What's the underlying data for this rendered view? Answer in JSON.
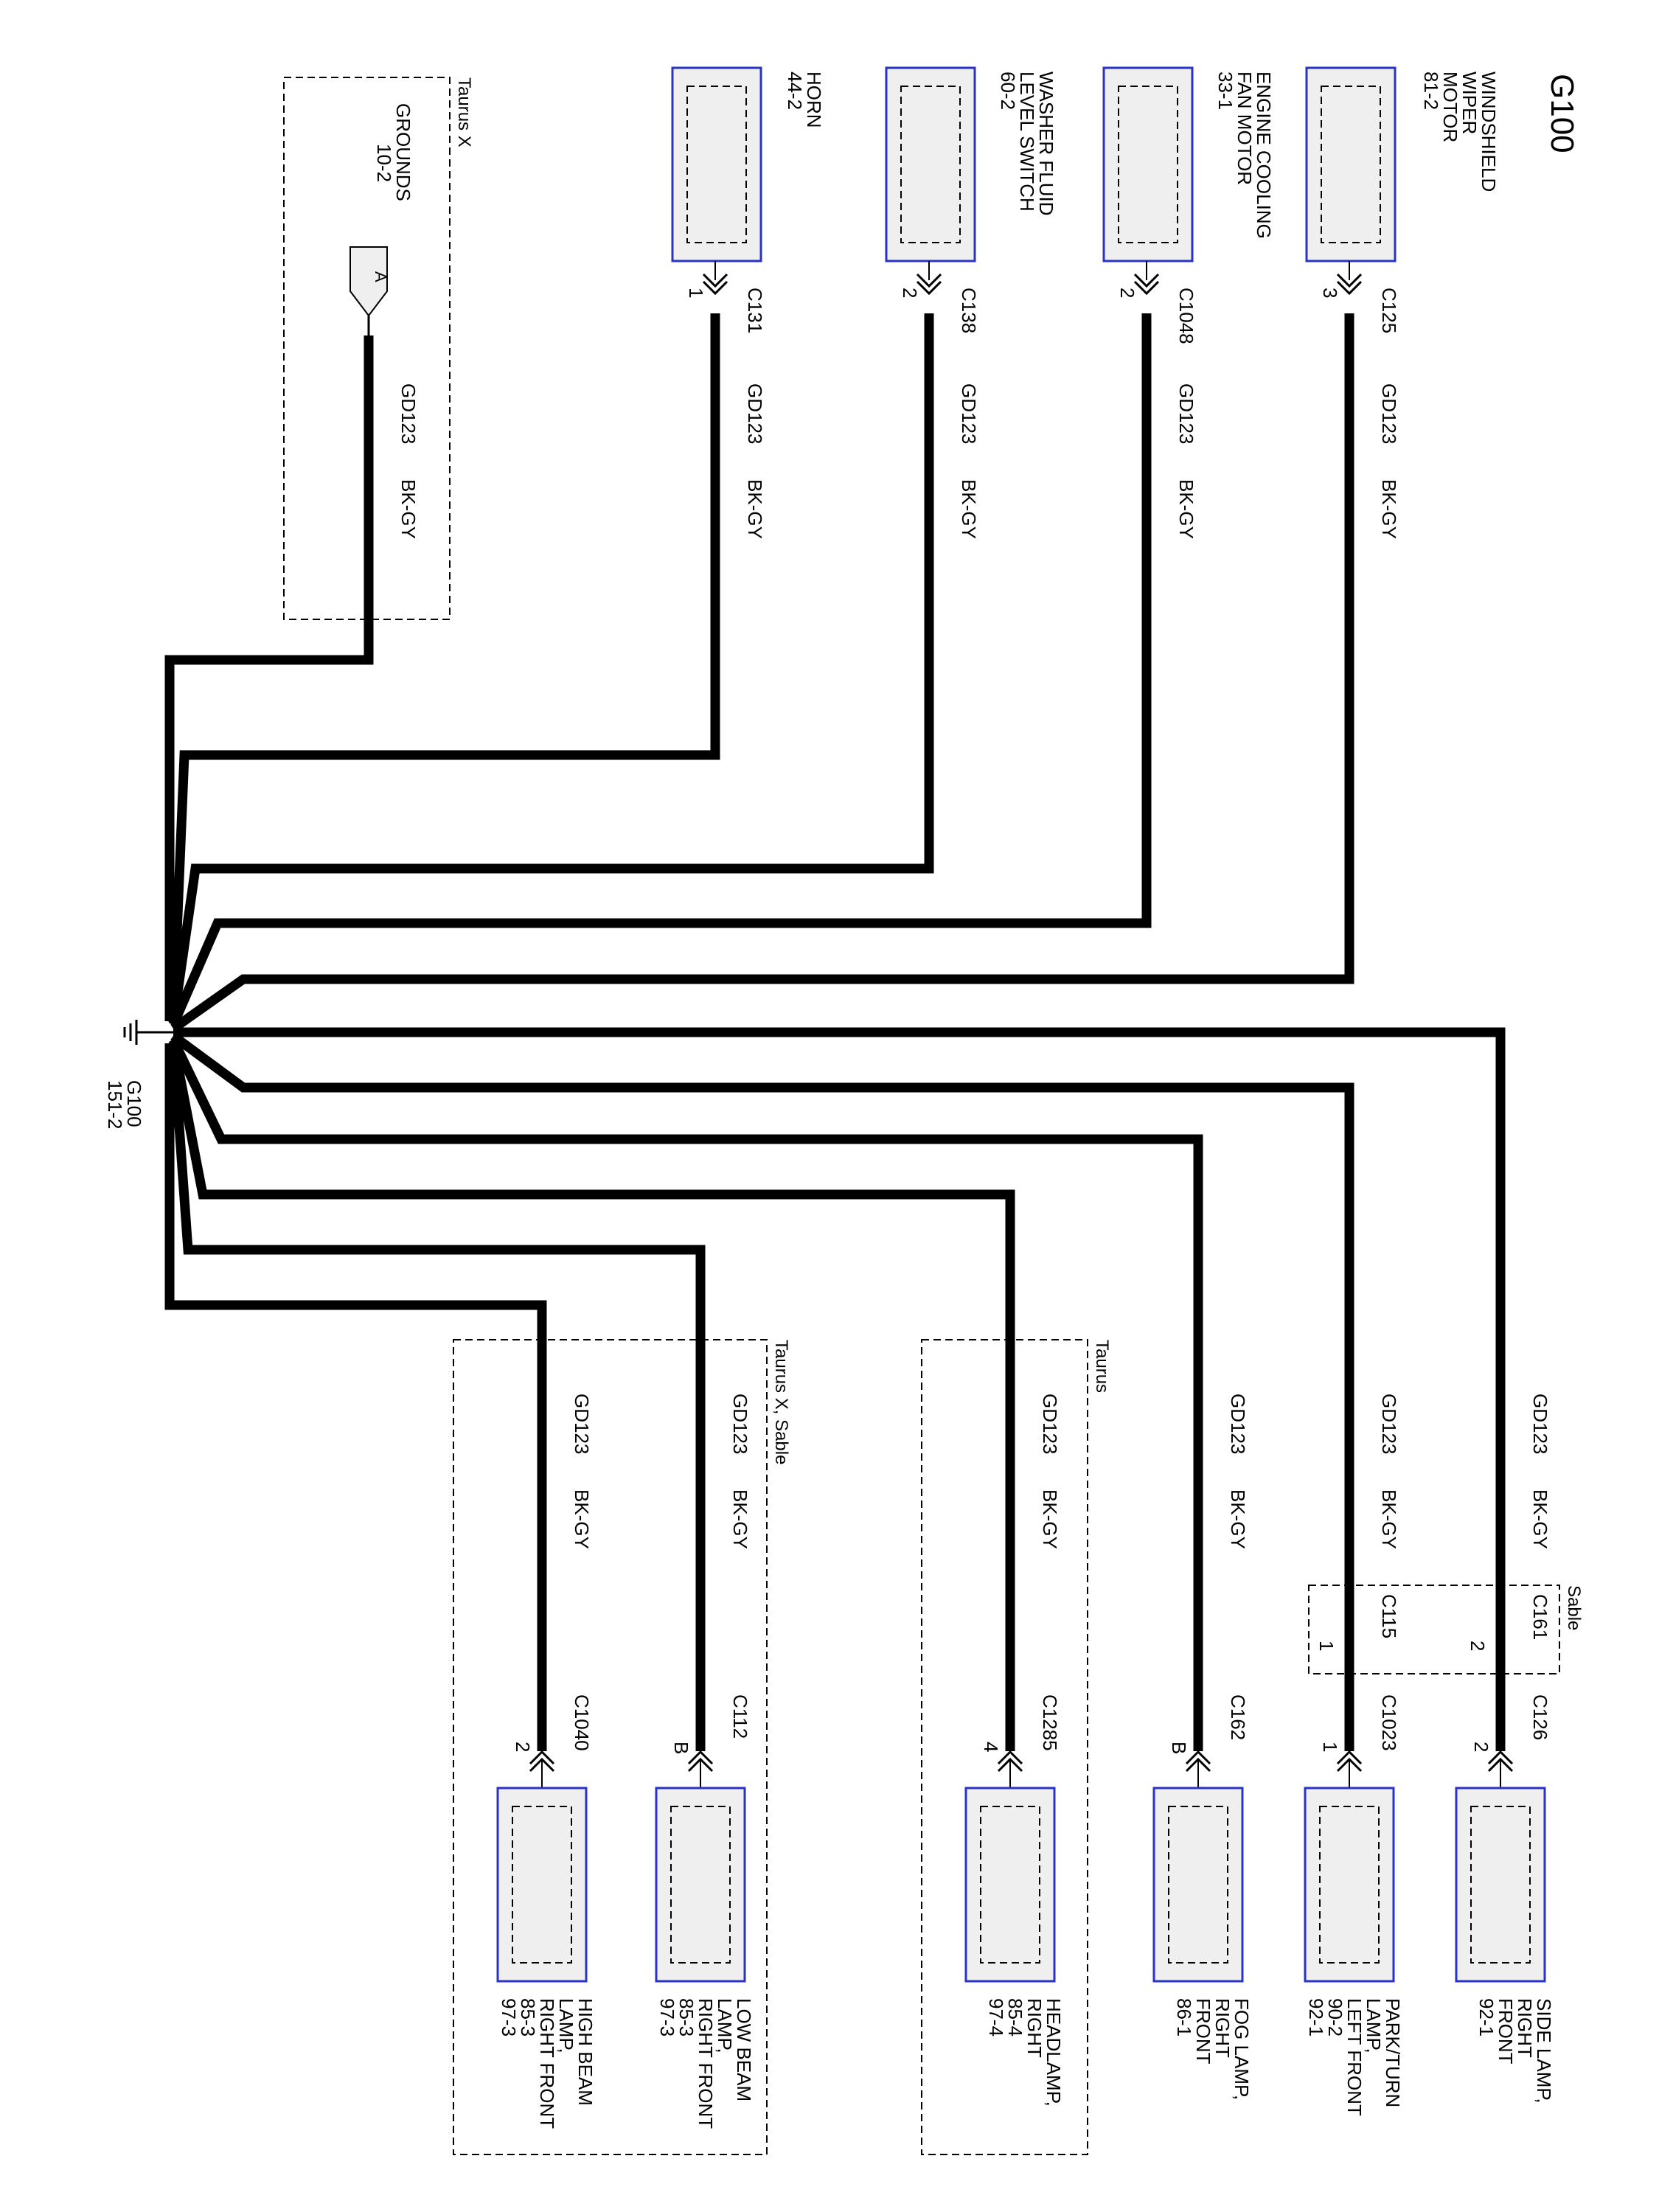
{
  "title": "G100",
  "ground": {
    "name": "G100",
    "ref": "151-2"
  },
  "wire": {
    "circuit": "GD123",
    "color": "BK-GY"
  },
  "top_components": [
    {
      "id": "wiper",
      "lines": [
        "WINDSHIELD",
        "WIPER",
        "MOTOR",
        "81-2"
      ],
      "connector": "C125",
      "pin": "3"
    },
    {
      "id": "fan",
      "lines": [
        "ENGINE COOLING",
        "FAN MOTOR",
        "33-1"
      ],
      "connector": "C1048",
      "pin": "2"
    },
    {
      "id": "washer",
      "lines": [
        "WASHER FLUID",
        "LEVEL SWITCH",
        "60-2"
      ],
      "connector": "C138",
      "pin": "2"
    },
    {
      "id": "horn",
      "lines": [
        "HORN",
        "44-2"
      ],
      "connector": "C131",
      "pin": "1"
    }
  ],
  "grounds_ref": {
    "lines": [
      "GROUNDS",
      "10-2"
    ],
    "connector": "A",
    "region": "Taurus X"
  },
  "bottom_components": [
    {
      "id": "side",
      "lines": [
        "SIDE LAMP,",
        "RIGHT",
        "FRONT",
        "92-1"
      ],
      "connector": "C126",
      "pin": "2"
    },
    {
      "id": "park",
      "lines": [
        "PARK/TURN",
        "LAMP,",
        "LEFT FRONT",
        "90-2",
        "92-1"
      ],
      "connector": "C1023",
      "pin": "1"
    },
    {
      "id": "fog",
      "lines": [
        "FOG LAMP,",
        "RIGHT",
        "FRONT",
        "86-1"
      ],
      "connector": "C162",
      "pin": "B"
    },
    {
      "id": "head",
      "lines": [
        "HEADLAMP,",
        "RIGHT",
        "85-4",
        "97-4"
      ],
      "connector": "C1285",
      "pin": "4"
    },
    {
      "id": "low",
      "lines": [
        "LOW BEAM",
        "LAMP,",
        "RIGHT FRONT",
        "85-3",
        "97-3"
      ],
      "connector": "C112",
      "pin": "B"
    },
    {
      "id": "high",
      "lines": [
        "HIGH BEAM",
        "LAMP,",
        "RIGHT FRONT",
        "85-3",
        "97-3"
      ],
      "connector": "C1040",
      "pin": "2"
    }
  ],
  "inline_connectors": {
    "region": "Sable",
    "side": {
      "connector": "C161",
      "pin": "2"
    },
    "park": {
      "connector": "C115",
      "pin": "1"
    }
  },
  "regions": {
    "taurus": "Taurus",
    "taurus_x_sable": "Taurus X, Sable"
  }
}
